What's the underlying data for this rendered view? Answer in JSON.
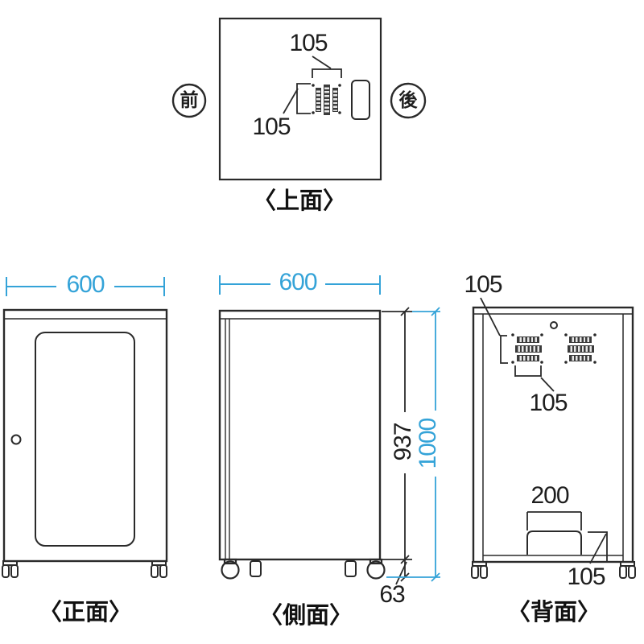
{
  "colors": {
    "line": "#2a2a2a",
    "dimension_blue": "#34a3d8",
    "text": "#1e1e1e"
  },
  "drawing": {
    "top_view": {
      "caption": "〈上面〉",
      "label_front": "前",
      "label_back": "後",
      "dim_vent_width": "105",
      "dim_vent_depth": "105"
    },
    "front_view": {
      "caption": "〈正面〉",
      "dim_width": "600"
    },
    "side_view": {
      "caption": "〈側面〉",
      "dim_depth": "600",
      "dim_body_height": "937",
      "dim_total_height": "1000",
      "dim_caster_height": "63"
    },
    "back_view": {
      "caption": "〈背面〉",
      "dim_vent_offset": "105",
      "dim_vent_width": "105",
      "dim_opening_width": "200",
      "dim_opening_side": "105"
    }
  }
}
